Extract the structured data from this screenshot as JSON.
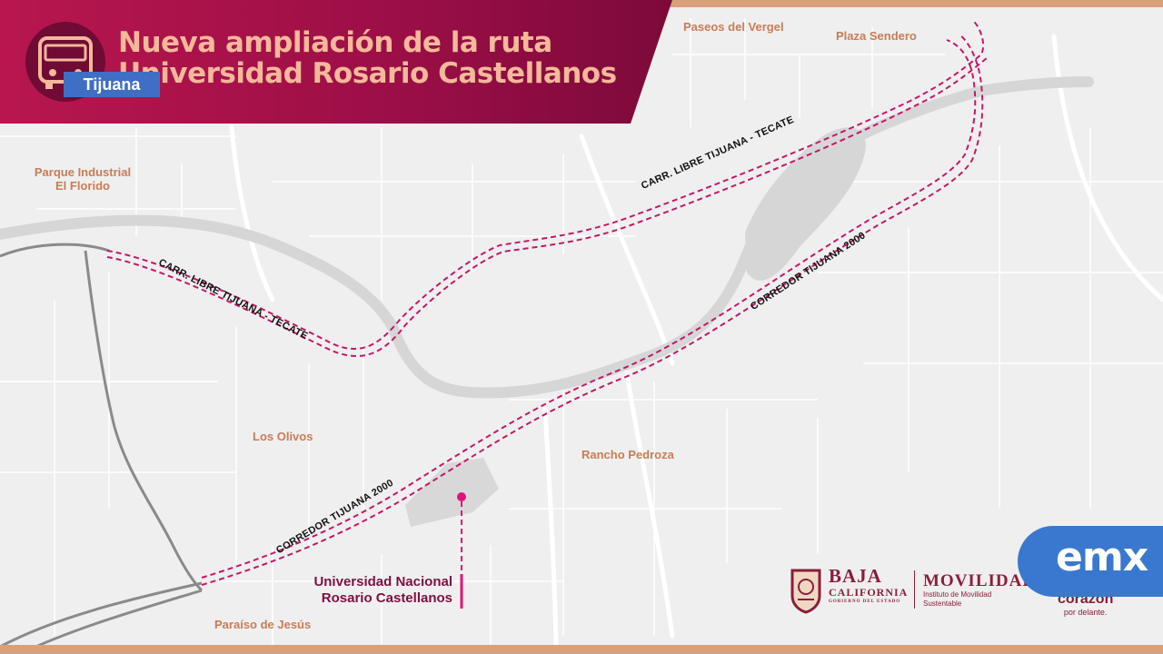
{
  "banner": {
    "title_line1": "Nueva ampliación de la ruta",
    "title_line2": "Universidad Rosario Castellanos",
    "city": "Tijuana",
    "icon": "bus-icon"
  },
  "places": {
    "paseos_vergel": "Paseos del Vergel",
    "plaza_sendero": "Plaza Sendero",
    "parque_industrial": "Parque Industrial",
    "el_florido": "El Florido",
    "los_olivos": "Los Olivos",
    "rancho_pedroza": "Rancho Pedroza",
    "paraiso_jesus": "Paraíso de Jesús"
  },
  "roads": {
    "libre_upper": "CARR. LIBRE TIJUANA - TECATE",
    "libre_lower": "CARR. LIBRE TIJUANA - TECATE",
    "corredor_upper": "CORREDOR TIJUANA 2000",
    "corredor_lower": "CORREDOR TIJUANA 2000"
  },
  "destination": {
    "line1": "Universidad Nacional",
    "line2": "Rosario Castellanos"
  },
  "logos": {
    "bc_line1": "BAJA",
    "bc_line2": "CALIFORNIA",
    "bc_line3": "GOBIERNO DEL ESTADO",
    "mov_line1": "MOVILIDAD",
    "mov_line2": "Instituto de Movilidad",
    "mov_line3": "Sustentable",
    "corazon_line1": "corazon",
    "corazon_line2": "por delante.",
    "emx": "emx"
  },
  "colors": {
    "banner": "#a5104a",
    "title": "#f4b89a",
    "route": "#c2186b",
    "city_tag": "#3f6fc4",
    "place_label": "#c97c56",
    "emx_badge": "#3a78cf"
  }
}
